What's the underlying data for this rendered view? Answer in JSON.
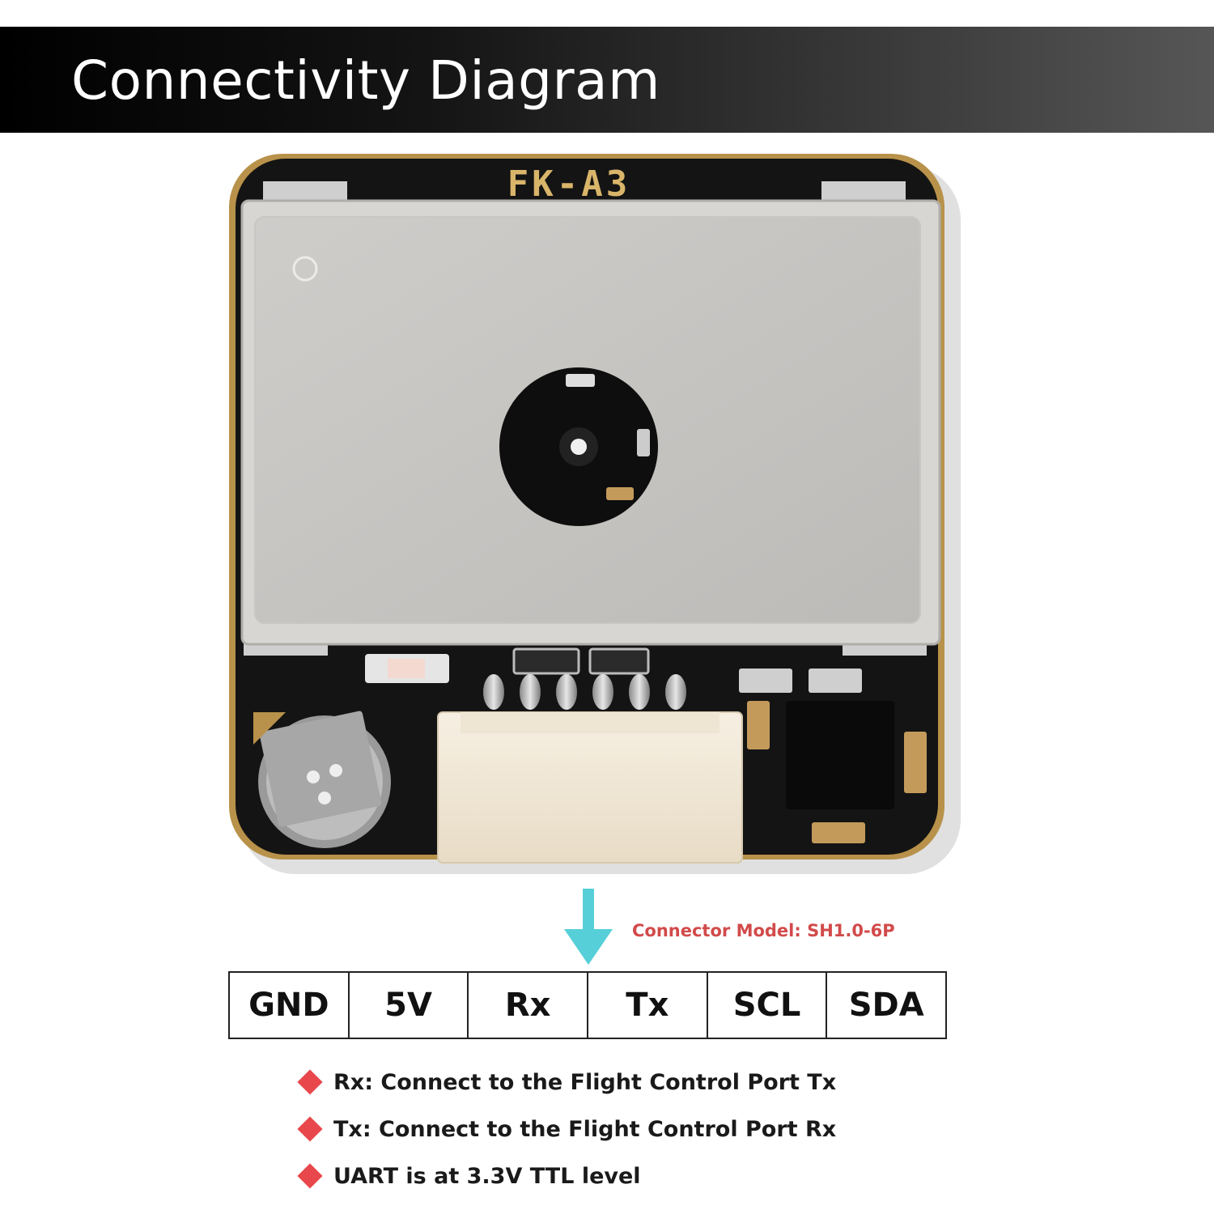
{
  "header": {
    "title": "Connectivity Diagram"
  },
  "board": {
    "silkscreen": "FK-A3"
  },
  "connector": {
    "model_label": "Connector Model: SH1.0-6P"
  },
  "pins": [
    "GND",
    "5V",
    "Rx",
    "Tx",
    "SCL",
    "SDA"
  ],
  "notes": [
    "Rx: Connect to the Flight Control Port Tx",
    "Tx: Connect to the Flight Control Port Rx",
    "UART is at 3.3V TTL level"
  ],
  "colors": {
    "accent_red": "#e8474b",
    "label_red": "#d24a4a",
    "arrow_cyan": "#56cfd8",
    "pcb": "#141414",
    "gold_edge": "#b8924a"
  }
}
